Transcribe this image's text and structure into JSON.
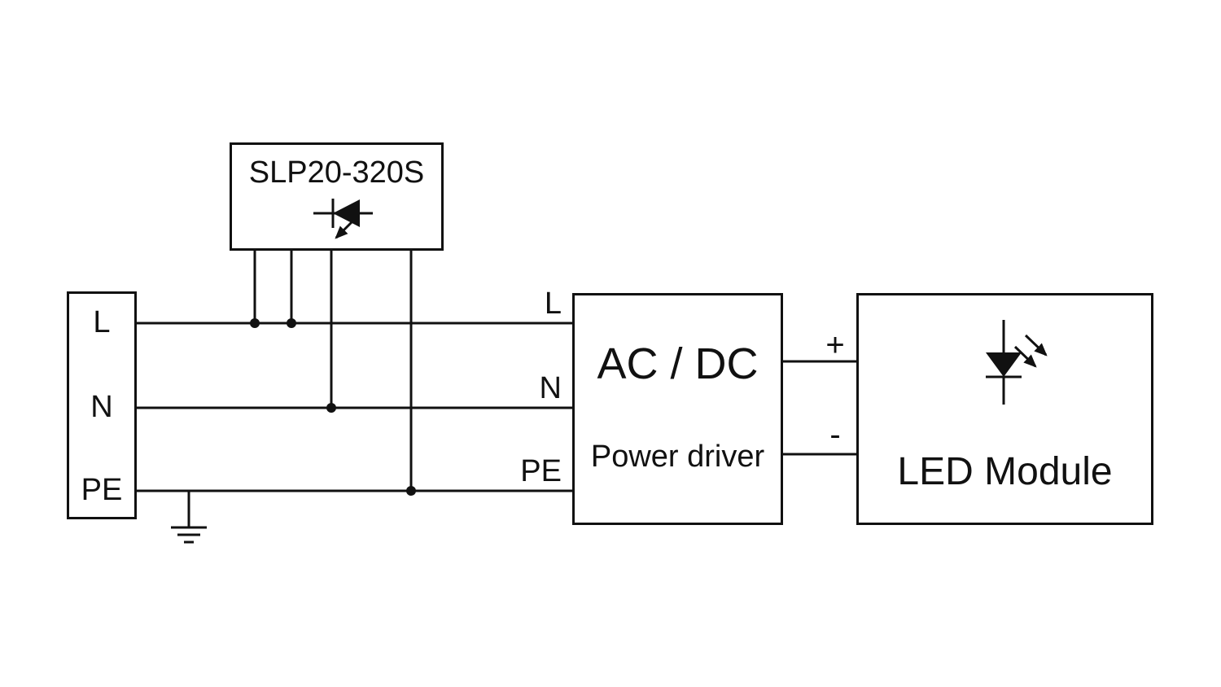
{
  "diagram": {
    "colors": {
      "line": "#111111",
      "background": "#ffffff"
    },
    "spd": {
      "label": "SLP20-320S"
    },
    "mains_terminal": {
      "line": "L",
      "neutral": "N",
      "earth": "PE"
    },
    "wire_labels": {
      "line": "L",
      "neutral": "N",
      "earth": "PE"
    },
    "power_driver": {
      "title": "AC / DC",
      "subtitle": "Power driver"
    },
    "dc_output": {
      "positive": "+",
      "negative": "-"
    },
    "led_module": {
      "label": "LED Module"
    }
  }
}
